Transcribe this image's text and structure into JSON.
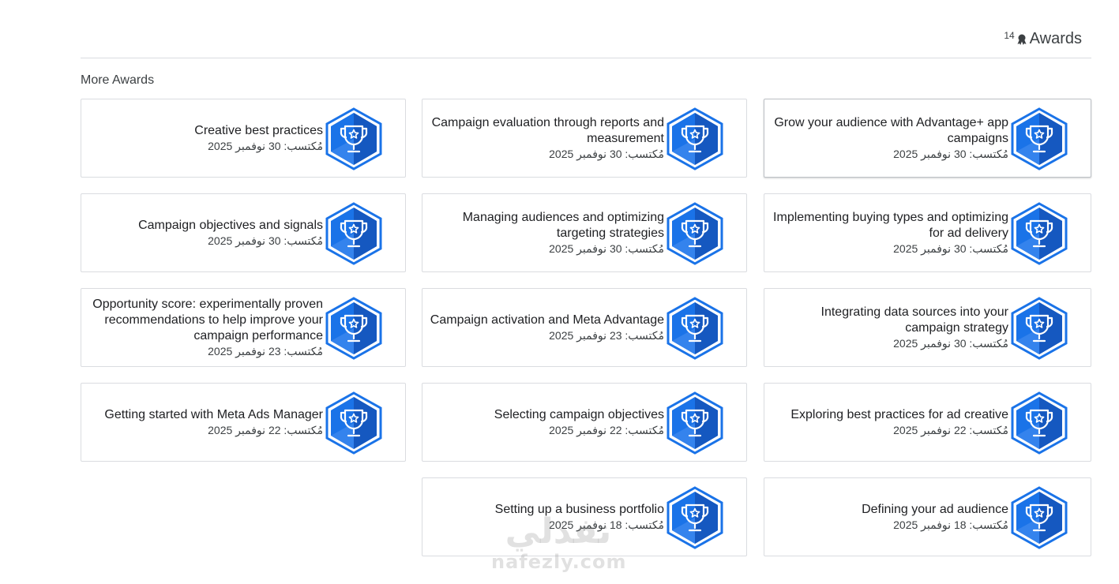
{
  "header": {
    "count": "14",
    "icon": "award-ribbon-icon",
    "title": "Awards"
  },
  "section": {
    "title": "More Awards"
  },
  "badge_icon": "trophy-star-badge-icon",
  "colors": {
    "badge_blue": "#1a73e8",
    "badge_dark": "#1558c0",
    "border": "#dadce0"
  },
  "cards": [
    {
      "title": "Creative best practices",
      "date": "مُكتسب: 30 نوفمبر 2025"
    },
    {
      "title": "Campaign evaluation through reports and measurement",
      "date": "مُكتسب: 30 نوفمبر 2025"
    },
    {
      "title": "Grow your audience with Advantage+ app campaigns",
      "date": "مُكتسب: 30 نوفمبر 2025"
    },
    {
      "title": "Campaign objectives and signals",
      "date": "مُكتسب: 30 نوفمبر 2025"
    },
    {
      "title": "Managing audiences and optimizing targeting strategies",
      "date": "مُكتسب: 30 نوفمبر 2025"
    },
    {
      "title": "Implementing buying types and optimizing for ad delivery",
      "date": "مُكتسب: 30 نوفمبر 2025"
    },
    {
      "title": "Opportunity score: experimentally proven recommendations to help improve your campaign performance",
      "date": "مُكتسب: 23 نوفمبر 2025"
    },
    {
      "title": "Campaign activation and Meta Advantage",
      "date": "مُكتسب: 23 نوفمبر 2025"
    },
    {
      "title": "Integrating data sources into your campaign strategy",
      "date": "مُكتسب: 30 نوفمبر 2025"
    },
    {
      "title": "Getting started with Meta Ads Manager",
      "date": "مُكتسب: 22 نوفمبر 2025"
    },
    {
      "title": "Selecting campaign objectives",
      "date": "مُكتسب: 22 نوفمبر 2025"
    },
    {
      "title": "Exploring best practices for ad creative",
      "date": "مُكتسب: 22 نوفمبر 2025"
    },
    {
      "title": "Setting up a business portfolio",
      "date": "مُكتسب: 18 نوفمبر 2025"
    },
    {
      "title": "Defining your ad audience",
      "date": "مُكتسب: 18 نوفمبر 2025"
    }
  ],
  "watermark": {
    "arabic": "نفذلي",
    "latin": "nafezly.com"
  }
}
